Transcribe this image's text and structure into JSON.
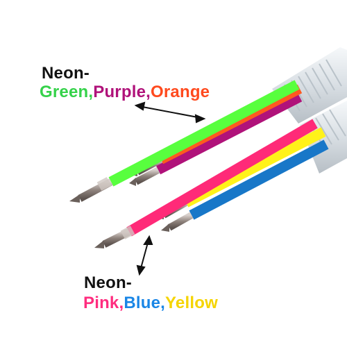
{
  "top_label": {
    "title": "Neon-",
    "colors": [
      {
        "text": "Green,",
        "color": "#35d24a"
      },
      {
        "text": "Purple,",
        "color": "#b0127a"
      },
      {
        "text": "Orange",
        "color": "#ff4a1e"
      }
    ]
  },
  "bottom_label": {
    "title": "Neon-",
    "colors": [
      {
        "text": "Pink,",
        "color": "#ff2d7f"
      },
      {
        "text": "Blue,",
        "color": "#1a86e6"
      },
      {
        "text": "Yellow",
        "color": "#f5d400"
      }
    ]
  },
  "refill_colors": {
    "green": "#58ff3e",
    "orange": "#ff5a1f",
    "purple": "#b0127a",
    "pink": "#ff2a78",
    "yellow": "#fff21a",
    "blue": "#1877c8",
    "tube": "#d6dde3",
    "tip": "#8a7e78"
  }
}
